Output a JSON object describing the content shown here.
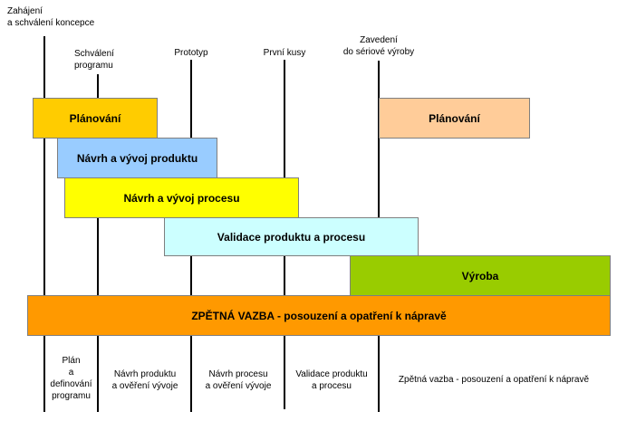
{
  "milestones": [
    {
      "line1": "Zahájení",
      "line2": "a schválení koncepce"
    },
    {
      "line1": "Schválení",
      "line2": "programu"
    },
    {
      "line1": "Prototyp"
    },
    {
      "line1": "První kusy"
    },
    {
      "line1": "Zavedení",
      "line2": "do sériové výroby"
    }
  ],
  "phases": {
    "planning": {
      "label": "Plánování",
      "color": "#FFCC00"
    },
    "product_design": {
      "label": "Návrh a vývoj produktu",
      "color": "#99CCFF"
    },
    "process_design": {
      "label": "Návrh a vývoj procesu",
      "color": "#FFFF00"
    },
    "validation": {
      "label": "Validace produktu a procesu",
      "color": "#CCFFFF"
    },
    "production": {
      "label": "Výroba",
      "color": "#99CC00"
    },
    "feedback": {
      "label": "ZPĚTNÁ VAZBA - posouzení a opatření k nápravě",
      "color": "#FF9900"
    },
    "planning_next": {
      "label": "Plánování",
      "color": "#FFCC99"
    }
  },
  "bottom_labels": [
    {
      "lines": [
        "Plán",
        "a",
        "definování",
        "programu"
      ]
    },
    {
      "lines": [
        "Návrh produktu",
        "a ověření vývoje"
      ]
    },
    {
      "lines": [
        "Návrh procesu",
        "a ověření vývoje"
      ]
    },
    {
      "lines": [
        "Validace produktu",
        "a procesu"
      ]
    },
    {
      "lines": [
        "Zpětná vazba - posouzení a opatření k nápravě"
      ]
    }
  ]
}
